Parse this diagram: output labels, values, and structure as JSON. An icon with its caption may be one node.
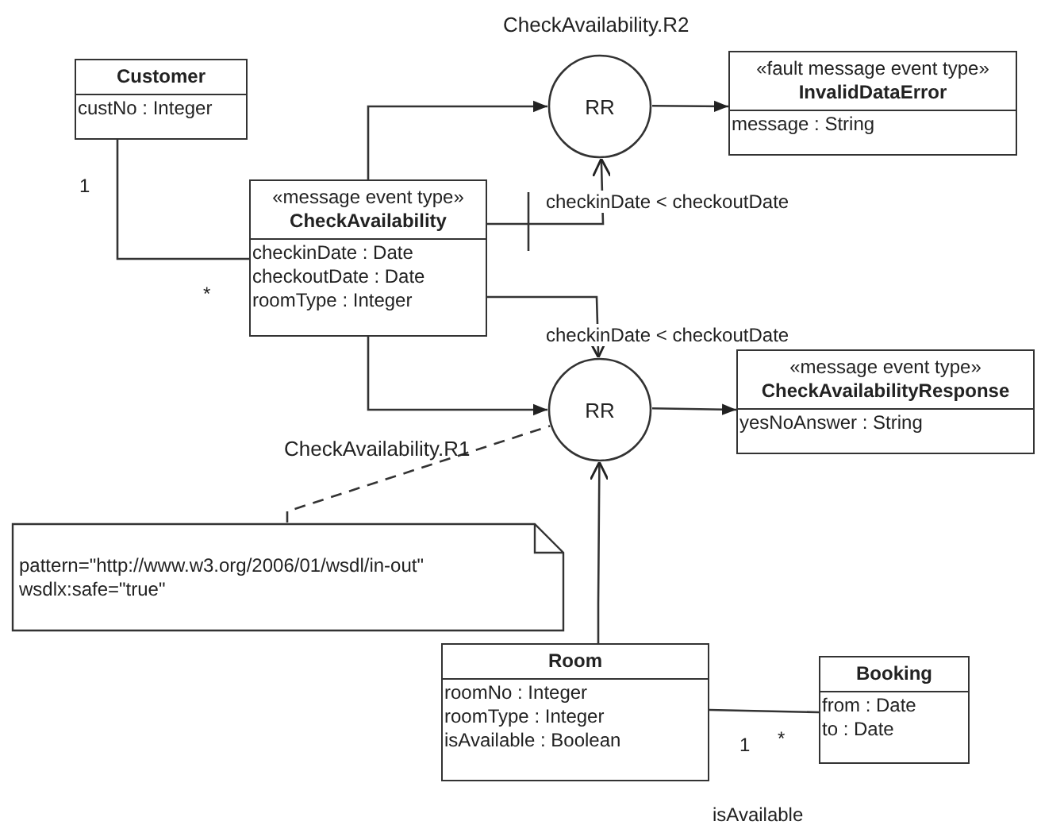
{
  "diagram": {
    "nodes": [
      {
        "text": [
          "Customer",
          "custNo : Integer"
        ]
      },
      {
        "text": [
          "RR"
        ],
        "beside": [
          "CheckAvailability.R2"
        ]
      },
      {
        "text": [
          "«fault message event type»",
          "InvalidDataError",
          "message : String"
        ]
      },
      {
        "text": [
          "«message event type»",
          "CheckAvailability",
          "checkinDate : Date",
          "checkoutDate : Date",
          "roomType : Integer"
        ]
      },
      {
        "text": [
          "RR"
        ],
        "beside": [
          "CheckAvailability.R1"
        ]
      },
      {
        "text": [
          "«message event type»",
          "CheckAvailabilityResponse",
          "yesNoAnswer : String"
        ]
      },
      {
        "text": [
          "pattern=\"http://www.w3.org/2006/01/wsdl/in-out\"",
          "wsdlx:safe=\"true\""
        ]
      },
      {
        "text": [
          "Room",
          "roomNo : Integer",
          "roomType : Integer",
          "isAvailable : Boolean"
        ]
      },
      {
        "text": [
          "Booking",
          "from : Date",
          "to : Date"
        ]
      }
    ],
    "edges": [
      {
        "from": 0,
        "to": 3,
        "arrow": "none"
      },
      {
        "from": 3,
        "to": 1,
        "arrow": "to"
      },
      {
        "from": 3,
        "to": 1,
        "arrow": "to",
        "label": "checkinDate < checkoutDate"
      },
      {
        "from": 1,
        "to": 2,
        "arrow": "to"
      },
      {
        "from": 3,
        "to": 4,
        "arrow": "to"
      },
      {
        "from": 3,
        "to": 4,
        "arrow": "to",
        "label": "checkinDate < checkoutDate"
      },
      {
        "from": 4,
        "to": 5,
        "arrow": "to"
      },
      {
        "from": 7,
        "to": 4,
        "arrow": "to"
      },
      {
        "from": 6,
        "to": 4,
        "arrow": "none",
        "style": "dashed"
      },
      {
        "from": 7,
        "to": 8,
        "arrow": "none"
      }
    ],
    "labels": [
      "1",
      "*",
      "1",
      "*",
      "isAvailable"
    ]
  }
}
